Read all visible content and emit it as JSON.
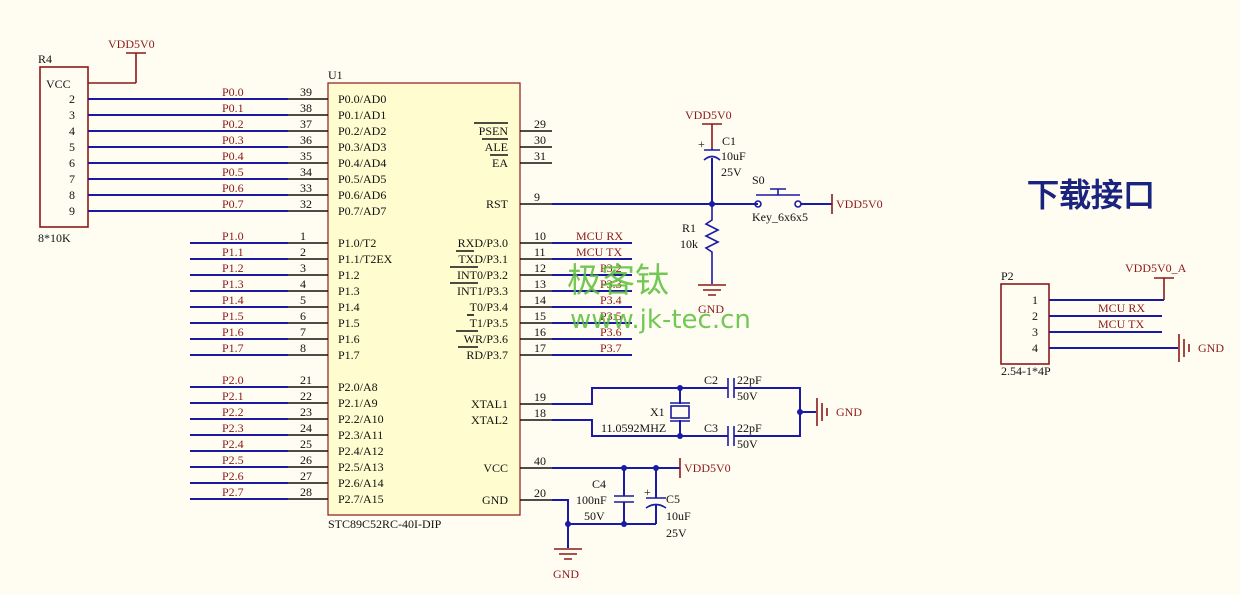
{
  "title": "下载接口",
  "watermark": {
    "line1": "极客钛",
    "line2": "www.jk-tec.cn"
  },
  "r4": {
    "ref": "R4",
    "value": "8*10K",
    "vcc_label": "VCC",
    "pins": [
      "2",
      "3",
      "4",
      "5",
      "6",
      "7",
      "8",
      "9"
    ],
    "net": "VDD5V0"
  },
  "u1": {
    "ref": "U1",
    "part": "STC89C52RC-40I-DIP",
    "p0": {
      "nets": [
        "P0.0",
        "P0.1",
        "P0.2",
        "P0.3",
        "P0.4",
        "P0.5",
        "P0.6",
        "P0.7"
      ],
      "nums": [
        "39",
        "38",
        "37",
        "36",
        "35",
        "34",
        "33",
        "32"
      ],
      "names": [
        "P0.0/AD0",
        "P0.1/AD1",
        "P0.2/AD2",
        "P0.3/AD3",
        "P0.4/AD4",
        "P0.5/AD5",
        "P0.6/AD6",
        "P0.7/AD7"
      ]
    },
    "p1": {
      "nets": [
        "P1.0",
        "P1.1",
        "P1.2",
        "P1.3",
        "P1.4",
        "P1.5",
        "P1.6",
        "P1.7"
      ],
      "nums": [
        "1",
        "2",
        "3",
        "4",
        "5",
        "6",
        "7",
        "8"
      ],
      "names": [
        "P1.0/T2",
        "P1.1/T2EX",
        "P1.2",
        "P1.3",
        "P1.4",
        "P1.5",
        "P1.6",
        "P1.7"
      ]
    },
    "p2": {
      "nets": [
        "P2.0",
        "P2.1",
        "P2.2",
        "P2.3",
        "P2.4",
        "P2.5",
        "P2.6",
        "P2.7"
      ],
      "nums": [
        "21",
        "22",
        "23",
        "24",
        "25",
        "26",
        "27",
        "28"
      ],
      "names": [
        "P2.0/A8",
        "P2.1/A9",
        "P2.2/A10",
        "P2.3/A11",
        "P2.4/A12",
        "P2.5/A13",
        "P2.6/A14",
        "P2.7/A15"
      ]
    },
    "ctrl": {
      "names": [
        "PSEN",
        "ALE",
        "EA"
      ],
      "nums": [
        "29",
        "30",
        "31"
      ]
    },
    "rst": {
      "name": "RST",
      "num": "9"
    },
    "p3": {
      "names": [
        "RXD/P3.0",
        "TXD/P3.1",
        "INT0/P3.2",
        "INT1/P3.3",
        "T0/P3.4",
        "T1/P3.5",
        "WR/P3.6",
        "RD/P3.7"
      ],
      "nums": [
        "10",
        "11",
        "12",
        "13",
        "14",
        "15",
        "16",
        "17"
      ],
      "nets": [
        "MCU RX",
        "MCU TX",
        "P3.2",
        "P3.3",
        "P3.4",
        "P3.5",
        "P3.6",
        "P3.7"
      ]
    },
    "xtal": {
      "names": [
        "XTAL1",
        "XTAL2"
      ],
      "nums": [
        "19",
        "18"
      ]
    },
    "vcc": {
      "name": "VCC",
      "num": "40"
    },
    "gnd": {
      "name": "GND",
      "num": "20"
    }
  },
  "reset": {
    "c1": {
      "ref": "C1",
      "value": "10uF",
      "voltage": "25V"
    },
    "s0": {
      "ref": "S0",
      "value": "Key_6x6x5"
    },
    "r1": {
      "ref": "R1",
      "value": "10k"
    },
    "vdd_top": "VDD5V0",
    "vdd_right": "VDD5V0",
    "gnd": "GND"
  },
  "crystal": {
    "x1": {
      "ref": "X1",
      "value": "11.0592MHZ"
    },
    "c2": {
      "ref": "C2",
      "value": "22pF",
      "voltage": "50V"
    },
    "c3": {
      "ref": "C3",
      "value": "22pF",
      "voltage": "50V"
    },
    "gnd": "GND"
  },
  "power": {
    "c4": {
      "ref": "C4",
      "value": "100nF",
      "voltage": "50V"
    },
    "c5": {
      "ref": "C5",
      "value": "10uF",
      "voltage": "25V"
    },
    "vdd": "VDD5V0",
    "gnd": "GND"
  },
  "p2conn": {
    "ref": "P2",
    "value": "2.54-1*4P",
    "pins": [
      "1",
      "2",
      "3",
      "4"
    ],
    "nets": [
      "MCU RX",
      "MCU TX"
    ],
    "vdd": "VDD5V0_A",
    "gnd": "GND"
  }
}
